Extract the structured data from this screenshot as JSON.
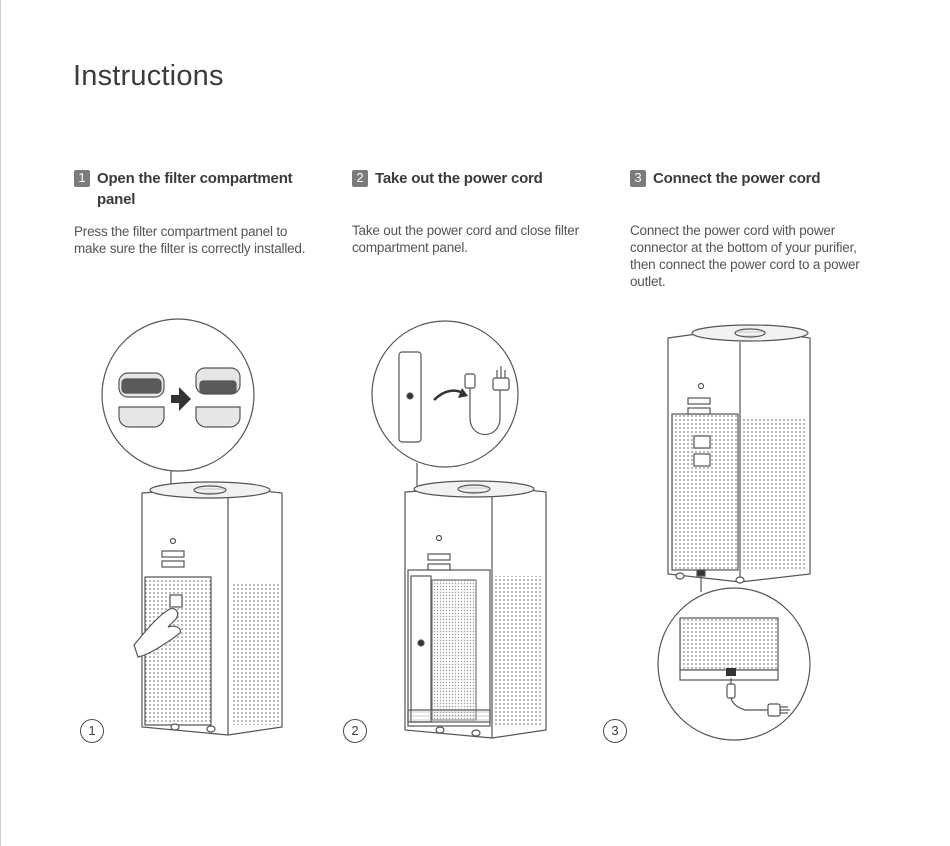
{
  "page": {
    "title": "Instructions"
  },
  "steps": [
    {
      "number": "1",
      "title": "Open the filter compartment panel",
      "description": "Press the filter compartment panel to make sure the filter is correctly installed.",
      "figure_number": "1"
    },
    {
      "number": "2",
      "title": "Take out the power cord",
      "description": "Take out the power cord and close filter compartment panel.",
      "figure_number": "2"
    },
    {
      "number": "3",
      "title": "Connect the power cord",
      "description": "Connect the power cord with power connector at the bottom of your purifier, then connect the power cord to a power outlet.",
      "figure_number": "3"
    }
  ],
  "colors": {
    "step_badge": "#7b7b7b",
    "text": "#3a3a3a",
    "line_art": "#555555"
  },
  "icons": {
    "arrow": "right-arrow-icon",
    "plug": "power-plug-icon"
  }
}
